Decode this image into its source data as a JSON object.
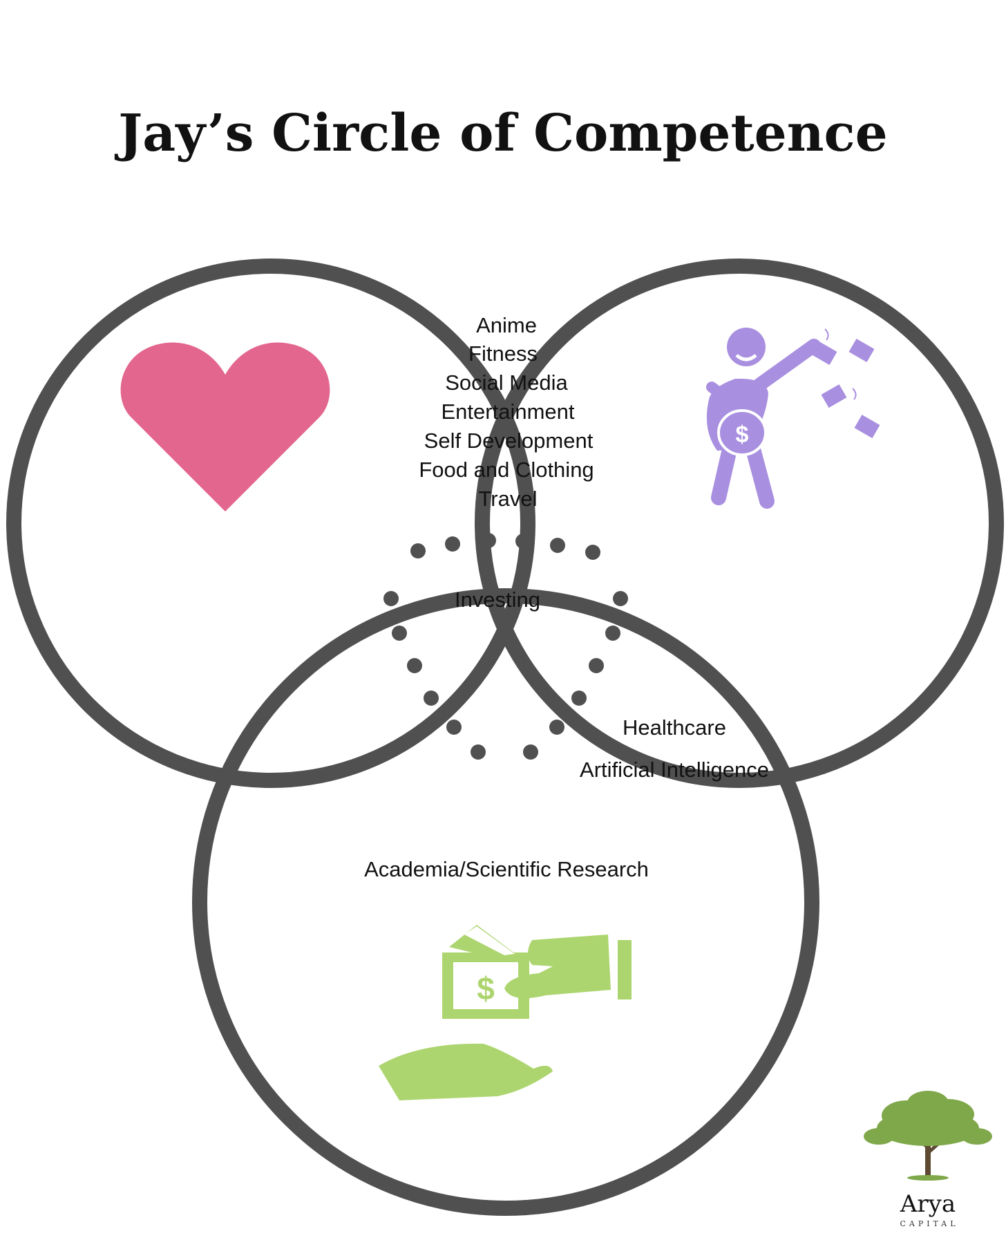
{
  "title": "Jay’s Circle of Competence",
  "colors": {
    "circle_stroke": "#505050",
    "heart": "#E3668E",
    "person": "#A98FE0",
    "money_hands": "#ADD56F",
    "logo_tree": "#7FA84A"
  },
  "icons": {
    "love": "heart-icon",
    "wealth": "person-throwing-money-icon",
    "payment": "money-hands-icon",
    "logo": "tree-logo-icon"
  },
  "regions": {
    "love_and_wealth": [
      "Anime",
      "Fitness",
      "Social Media",
      "Entertainment",
      "Self Development",
      "Food and Clothing",
      "Travel"
    ],
    "center": "Investing",
    "wealth_and_payment": [
      "Healthcare",
      "Artificial Intelligence"
    ],
    "love_and_payment": "Academia/Scientific Research"
  },
  "brand": {
    "name": "Arya",
    "tagline": "CAPITAL"
  }
}
